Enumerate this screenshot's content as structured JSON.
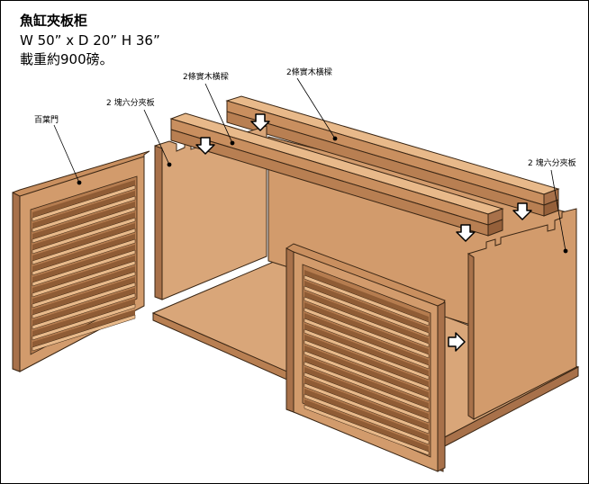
{
  "header": {
    "title": "魚缸夾板柜",
    "dimensions": "W 50” x D 20” H 36”",
    "load": "載重約900磅。"
  },
  "labels": {
    "louver_door": "百葉門",
    "plywood_left": "2 塊六分夾板",
    "beams_front": "2條實木橫樑",
    "beams_back": "2條實木橫樑",
    "plywood_right": "2 塊六分夾板"
  },
  "colors": {
    "wood_light": "#d9a679",
    "wood_mid": "#c98f5f",
    "wood_dark": "#a8714a",
    "outline": "#3a2614"
  }
}
